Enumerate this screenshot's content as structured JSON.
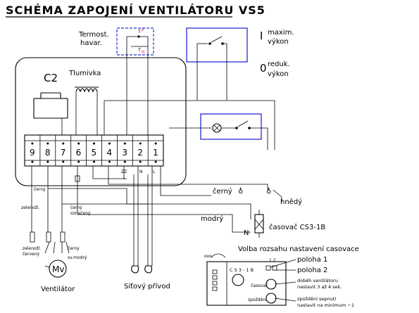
{
  "title": "SCHÉMA ZAPOJENÍ VENTILÁTORU VS5",
  "labels": {
    "thermostat": "Termost.",
    "thermostat2": "havar.",
    "t_top": "T",
    "t_sup": "P",
    "t_bottom": "T",
    "t_sub": "H",
    "max_num": "I",
    "max1": "maxim.",
    "max2": "výkon",
    "red_num": "0",
    "red1": "reduk.",
    "red2": "výkon",
    "c2": "C2",
    "choke": "Tlumivka",
    "zz": "ZZ",
    "n": "N",
    "l": "L",
    "cerny_sym": "černý",
    "hnedy": "hnědý",
    "modry": "modrý",
    "n2": "N",
    "timer": "časovač CS3-1B",
    "w_cerny": "černý",
    "w_zelenozl": "zelenožl.",
    "w_cerny2": "černý",
    "w_oznaceny": "označený",
    "m_zelenozl": "zelenožl.",
    "m_cerveny": "červený",
    "m_cerny": "černý",
    "m_svmodry": "sv.modrý",
    "motor": "Mv",
    "fan": "Ventilátor",
    "power": "Síťový přívod",
    "range_title": "Volba rozsahu nastavení casovace",
    "mod_name": "C S 3 - 1 B",
    "mod_timer": "časovač",
    "mod_delay": "zpoždění",
    "pos_marks": "1  2",
    "pos1": "poloha 1",
    "pos2": "poloha 2",
    "run1": "doběh ventilátoru",
    "run2": "nastavit 3 až 4 sek.",
    "del1": "zpoždění sepnutí",
    "del2": "nastavit na minimum −1"
  },
  "terminals": [
    "9",
    "8",
    "7",
    "6",
    "5",
    "4",
    "3",
    "2",
    "1"
  ],
  "colors": {
    "wire": "#000000",
    "switch_box": "#2233cc",
    "lamp_box": "#2a2adc"
  }
}
